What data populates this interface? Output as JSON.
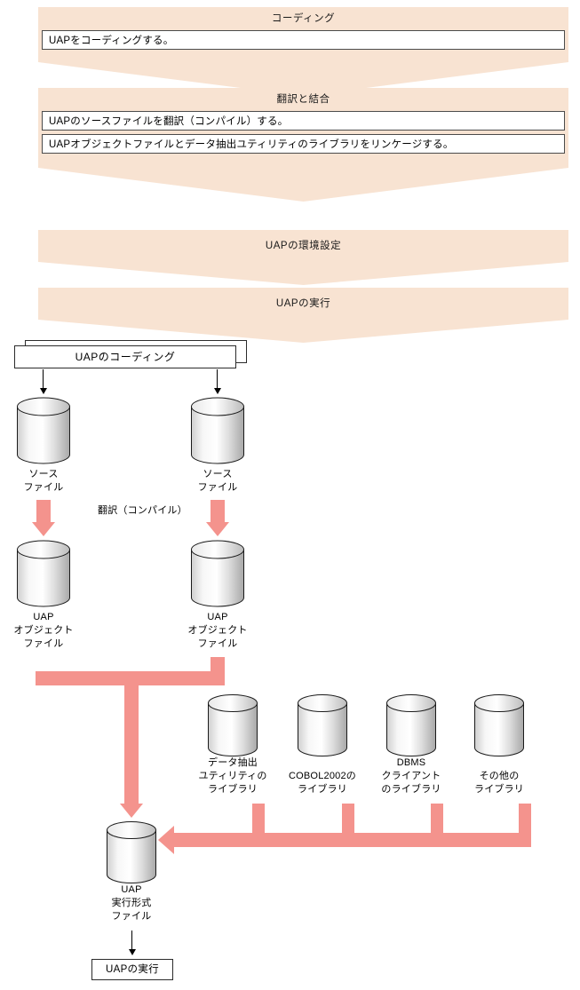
{
  "diagram": {
    "title": "UAP development flow",
    "colors": {
      "banner_fill": "#f8e3d2",
      "arrow_pink": "#f4938d",
      "cylinder_light": "#ffffff",
      "cylinder_mid": "#d6d6d6",
      "cylinder_dark": "#9a9a9a",
      "outline": "#2b2b2b"
    },
    "phases": [
      {
        "id": "coding",
        "title": "コーディング",
        "rows": [
          "UAPをコーディングする。"
        ]
      },
      {
        "id": "compile-link",
        "title": "翻訳と結合",
        "rows": [
          "UAPのソースファイルを翻訳（コンパイル）する。",
          "UAPオブジェクトファイルとデータ抽出ユティリティのライブラリをリンケージする。"
        ]
      },
      {
        "id": "environment",
        "title": "UAPの環境設定",
        "rows": []
      },
      {
        "id": "execution",
        "title": "UAPの実行",
        "rows": []
      }
    ],
    "detail": {
      "coding_box": "UAPのコーディング",
      "compile_label": "翻訳（コンパイル）",
      "source_files": [
        {
          "label_lines": [
            "ソース",
            "ファイル"
          ]
        },
        {
          "label_lines": [
            "ソース",
            "ファイル"
          ]
        }
      ],
      "object_files": [
        {
          "label_lines": [
            "UAP",
            "オブジェクト",
            "ファイル"
          ]
        },
        {
          "label_lines": [
            "UAP",
            "オブジェクト",
            "ファイル"
          ]
        }
      ],
      "libraries": [
        {
          "label_lines": [
            "データ抽出",
            "ユティリティの",
            "ライブラリ"
          ]
        },
        {
          "label_lines": [
            "COBOL2002の",
            "ライブラリ"
          ]
        },
        {
          "label_lines": [
            "DBMS",
            "クライアント",
            "のライブラリ"
          ]
        },
        {
          "label_lines": [
            "その他の",
            "ライブラリ"
          ]
        }
      ],
      "executable": {
        "label_lines": [
          "UAP",
          "実行形式",
          "ファイル"
        ]
      },
      "run_box": "UAPの実行"
    }
  }
}
